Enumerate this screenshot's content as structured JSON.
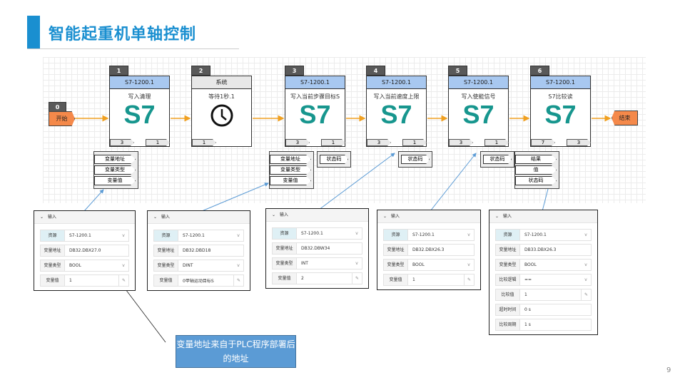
{
  "title": "智能起重机单轴控制",
  "start": {
    "index": "0",
    "label": "开始"
  },
  "end": {
    "label": "结束"
  },
  "blocks": [
    {
      "index": "1",
      "header": "S7-1200.1",
      "name": "写入清理",
      "icon": "S7",
      "in": "3",
      "out": "1",
      "outputs": [
        "变量地址",
        "变量类型",
        "变量值"
      ]
    },
    {
      "index": "2",
      "header": "系统",
      "name": "等待1秒.1",
      "icon": "clock-icon",
      "in": "1",
      "out": "",
      "outputs": []
    },
    {
      "index": "3",
      "header": "S7-1200.1",
      "name": "写入当前步骤目标S",
      "icon": "S7",
      "in": "3",
      "out": "1",
      "outputs": [
        "变量地址",
        "变量类型",
        "变量值"
      ],
      "status": "状态码"
    },
    {
      "index": "4",
      "header": "S7-1200.1",
      "name": "写入当前速度上限",
      "icon": "S7",
      "in": "3",
      "out": "1",
      "status": "状态码"
    },
    {
      "index": "5",
      "header": "S7-1200.1",
      "name": "写入使能信号",
      "icon": "S7",
      "in": "3",
      "out": "1",
      "status": "状态码"
    },
    {
      "index": "6",
      "header": "S7-1200.1",
      "name": "S7比较读",
      "icon": "S7",
      "in": "7",
      "out": "3",
      "outputs": [
        "结果",
        "值",
        "状态码"
      ]
    }
  ],
  "panel_header": "输入",
  "panels": [
    {
      "rows": [
        {
          "label": "资源",
          "value": "S7-1200.1",
          "icon": "v"
        },
        {
          "label": "变量地址",
          "value": "DB32.DBX27.0"
        },
        {
          "label": "变量类型",
          "value": "BOOL",
          "icon": "v"
        },
        {
          "label": "变量值",
          "value": "1",
          "icon": "✎"
        }
      ]
    },
    {
      "rows": [
        {
          "label": "资源",
          "value": "S7-1200.1",
          "icon": "v"
        },
        {
          "label": "变量地址",
          "value": "DB32.DBD18"
        },
        {
          "label": "变量类型",
          "value": "DINT",
          "icon": "v"
        },
        {
          "label": "变量值",
          "value": "0甲轴运动目标S",
          "icon": "✎"
        }
      ]
    },
    {
      "rows": [
        {
          "label": "资源",
          "value": "S7-1200.1",
          "icon": "v"
        },
        {
          "label": "变量地址",
          "value": "DB32.DBW34"
        },
        {
          "label": "变量类型",
          "value": "INT",
          "icon": "v"
        },
        {
          "label": "变量值",
          "value": "2",
          "icon": "✎"
        }
      ]
    },
    {
      "rows": [
        {
          "label": "资源",
          "value": "S7-1200.1",
          "icon": "v"
        },
        {
          "label": "变量地址",
          "value": "DB32.DBX26.3"
        },
        {
          "label": "变量类型",
          "value": "BOOL",
          "icon": "v"
        },
        {
          "label": "变量值",
          "value": "1",
          "icon": "✎"
        }
      ]
    },
    {
      "rows": [
        {
          "label": "资源",
          "value": "S7-1200.1",
          "icon": "v"
        },
        {
          "label": "变量地址",
          "value": "DB33.DBX26.3"
        },
        {
          "label": "变量类型",
          "value": "BOOL",
          "icon": "v"
        },
        {
          "label": "比较逻辑",
          "value": "==",
          "icon": "v"
        },
        {
          "label": "比较值",
          "value": "1",
          "icon": "✎"
        },
        {
          "label": "超时时间",
          "value": "0 s"
        },
        {
          "label": "比较周期",
          "value": "1 s"
        }
      ]
    }
  ],
  "callout": "变量地址来自于PLC程序部署后的地址",
  "page_number": "9"
}
